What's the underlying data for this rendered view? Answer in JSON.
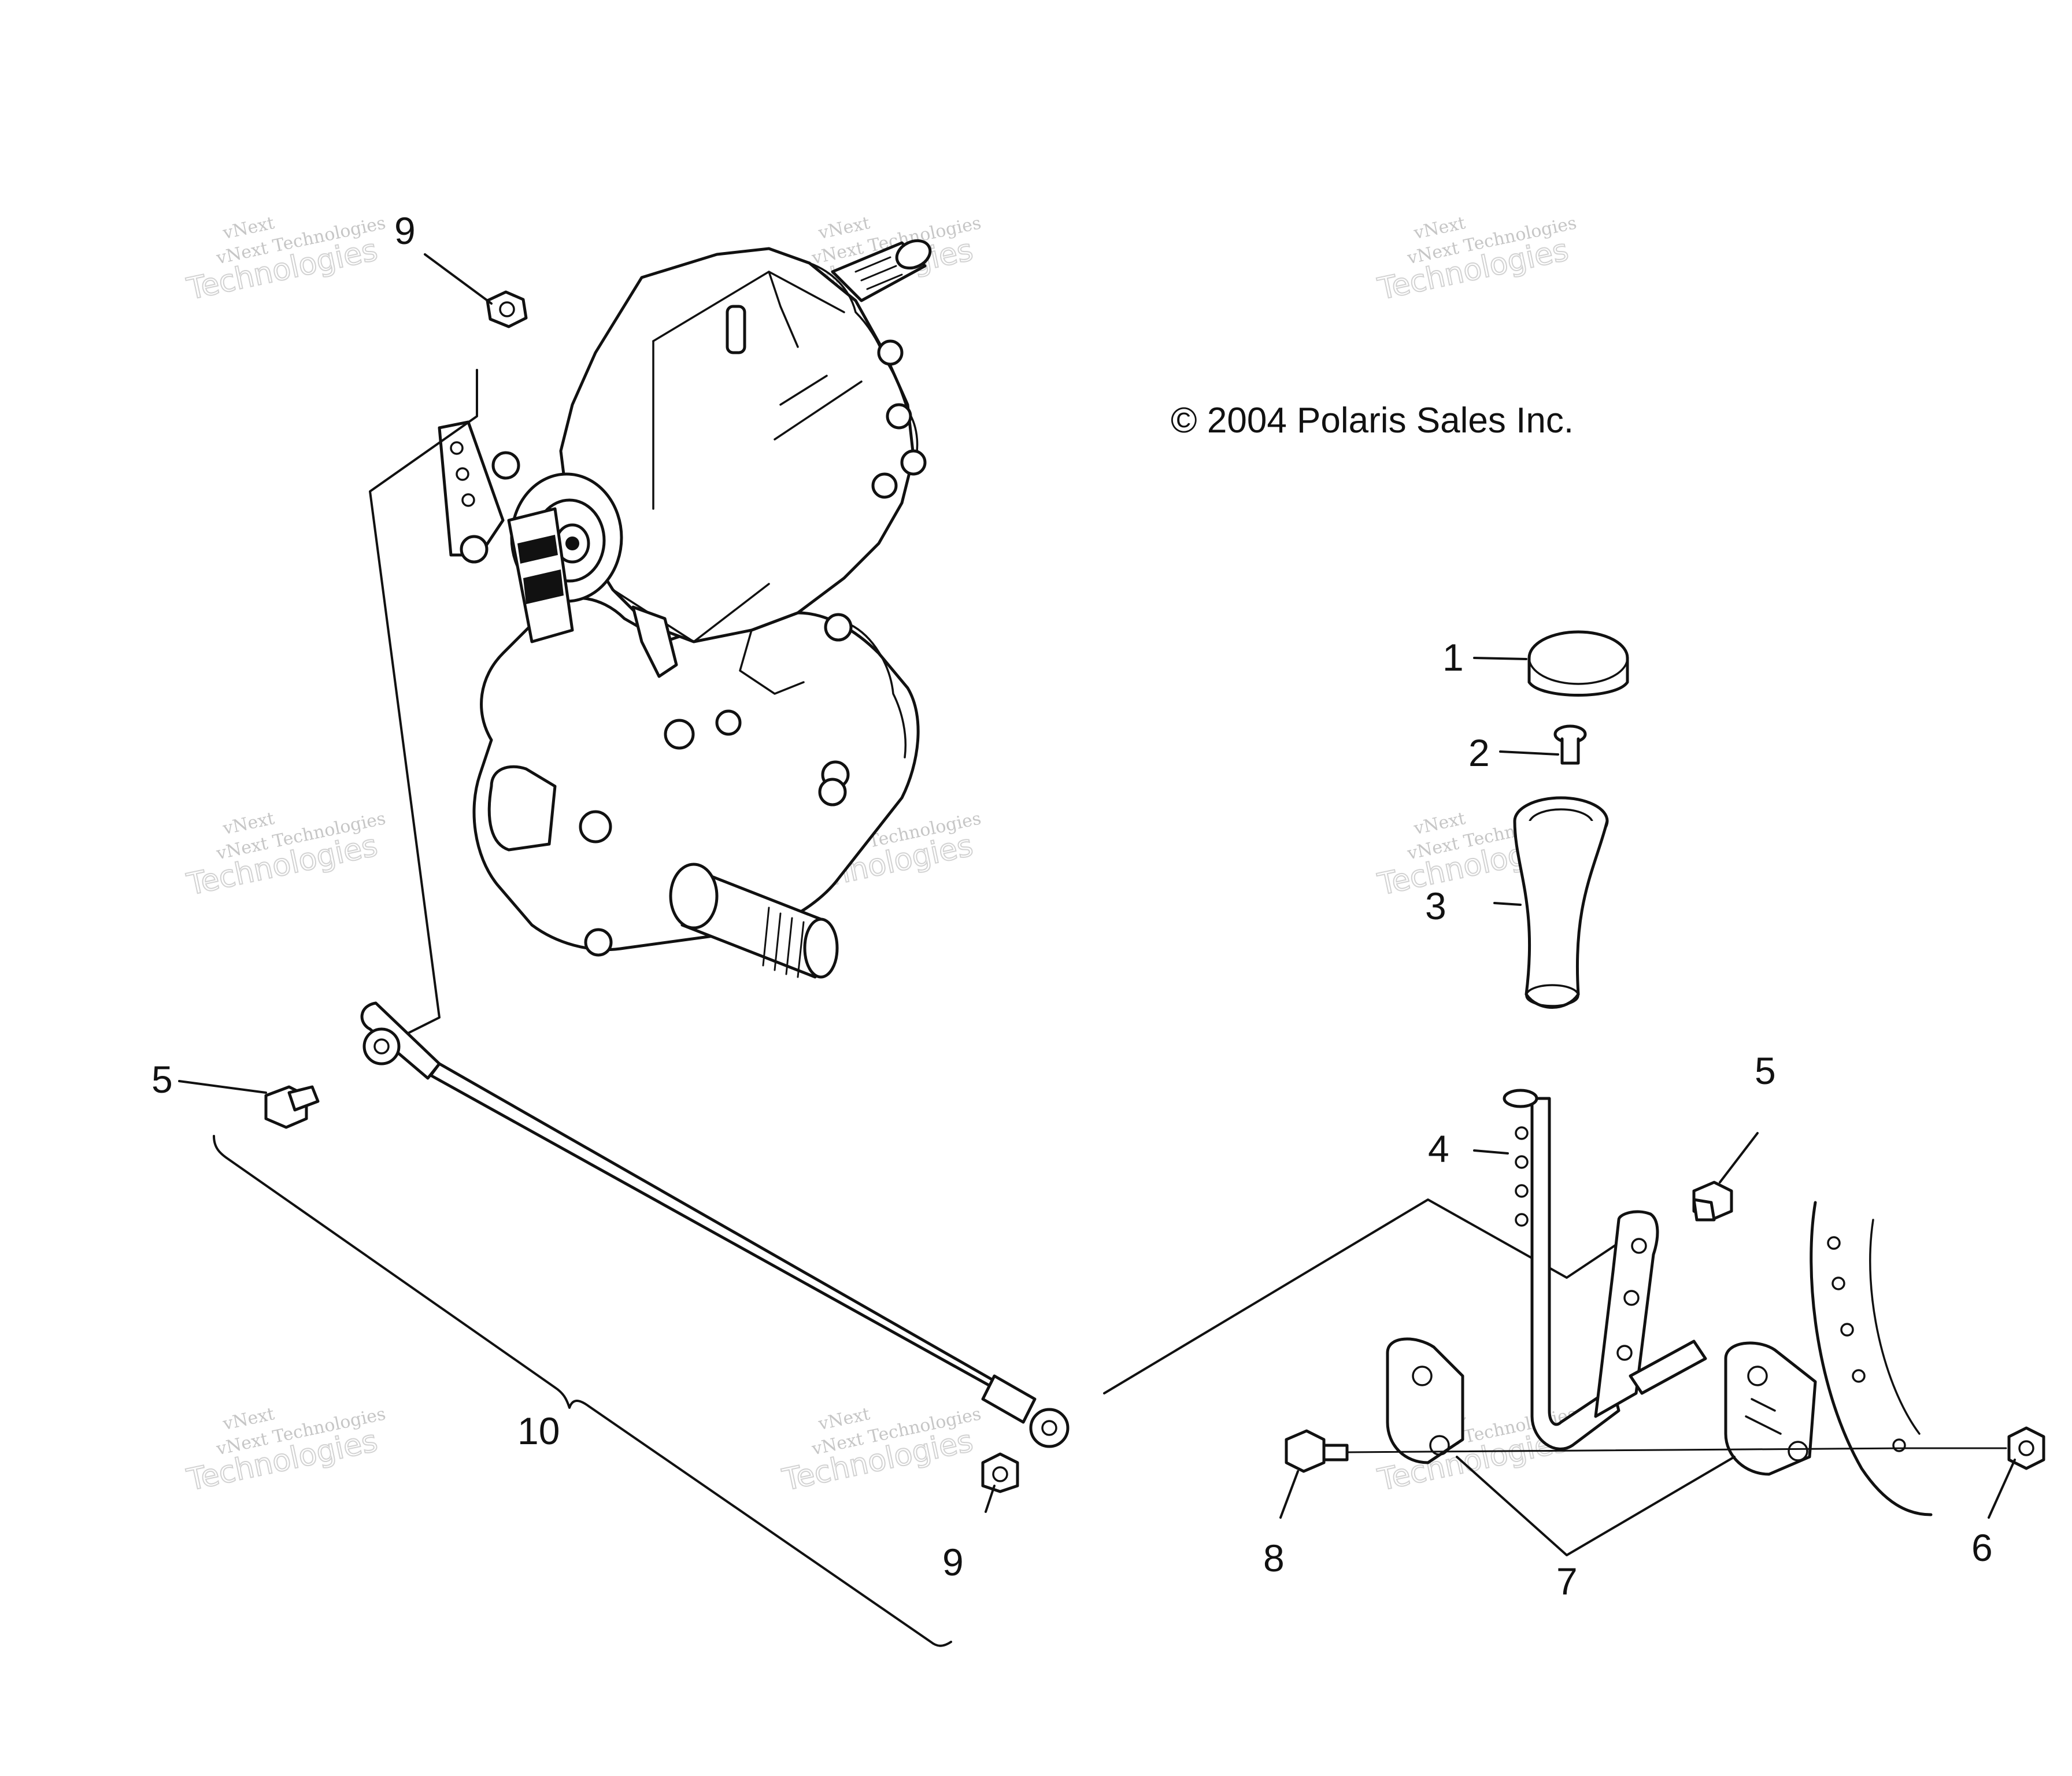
{
  "copyright": "© 2004 Polaris Sales Inc.",
  "watermark": {
    "line1": "vNext",
    "line2": "vNext Technologies",
    "line3": "Technologies"
  },
  "callouts": [
    {
      "id": "c9a",
      "number": "9"
    },
    {
      "id": "c1",
      "number": "1"
    },
    {
      "id": "c2",
      "number": "2"
    },
    {
      "id": "c3",
      "number": "3"
    },
    {
      "id": "c4",
      "number": "4"
    },
    {
      "id": "c5a",
      "number": "5"
    },
    {
      "id": "c5b",
      "number": "5"
    },
    {
      "id": "c10",
      "number": "10"
    },
    {
      "id": "c9b",
      "number": "9"
    },
    {
      "id": "c8",
      "number": "8"
    },
    {
      "id": "c7",
      "number": "7"
    },
    {
      "id": "c6",
      "number": "6"
    }
  ],
  "colors": {
    "line": "#111111",
    "watermark": "#c6c6c6",
    "background": "#ffffff"
  }
}
